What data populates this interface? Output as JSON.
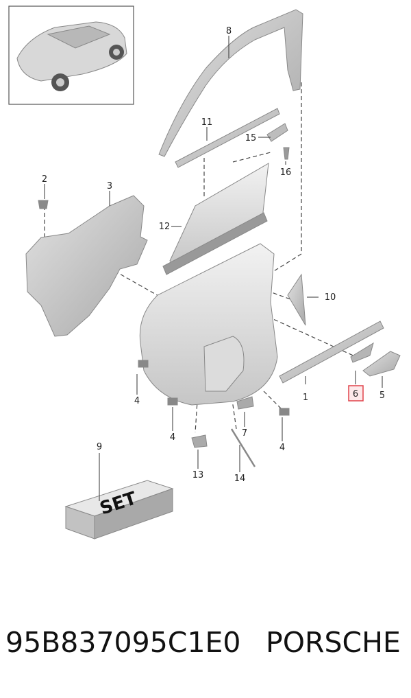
{
  "callouts": [
    "1",
    "2",
    "3",
    "4",
    "5",
    "6",
    "7",
    "8",
    "9",
    "10",
    "11",
    "12",
    "13",
    "14",
    "15",
    "16"
  ],
  "highlighted_callout": "6",
  "set_label": "SET",
  "footer": {
    "part_number": "95B837095C1E0",
    "brand": "PORSCHE"
  },
  "colors": {
    "highlight_border": "#e0424a",
    "part_fill": "#c8c8c8",
    "part_dark": "#9a9a9a",
    "text": "#111111"
  }
}
